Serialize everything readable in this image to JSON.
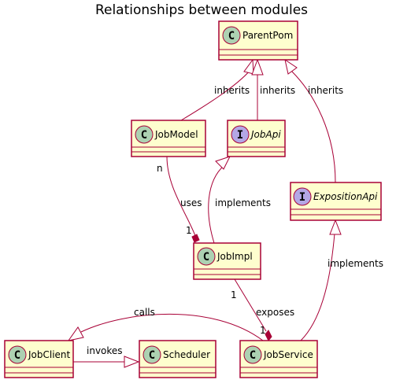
{
  "title": "Relationships between modules",
  "classes": {
    "parentpom": {
      "name": "ParentPom",
      "kind": "C"
    },
    "jobmodel": {
      "name": "JobModel",
      "kind": "C"
    },
    "jobapi": {
      "name": "JobApi",
      "kind": "I"
    },
    "expositionapi": {
      "name": "ExpositionApi",
      "kind": "I"
    },
    "jobimpl": {
      "name": "JobImpl",
      "kind": "C"
    },
    "jobclient": {
      "name": "JobClient",
      "kind": "C"
    },
    "scheduler": {
      "name": "Scheduler",
      "kind": "C"
    },
    "jobservice": {
      "name": "JobService",
      "kind": "C"
    }
  },
  "relations": {
    "jobmodel_inherits": "inherits",
    "jobapi_inherits": "inherits",
    "expositionapi_inherits": "inherits",
    "uses": "uses",
    "uses_from": "n",
    "uses_to": "1",
    "jobimpl_implements": "implements",
    "jobservice_implements": "implements",
    "exposes": "exposes",
    "exposes_from": "1",
    "exposes_to": "1",
    "calls": "calls",
    "invokes": "invokes"
  },
  "colors": {
    "box_fill": "#FEFECE",
    "border": "#A80036",
    "class_circle": "#ADD1B2",
    "interface_circle": "#B4A7E5"
  }
}
